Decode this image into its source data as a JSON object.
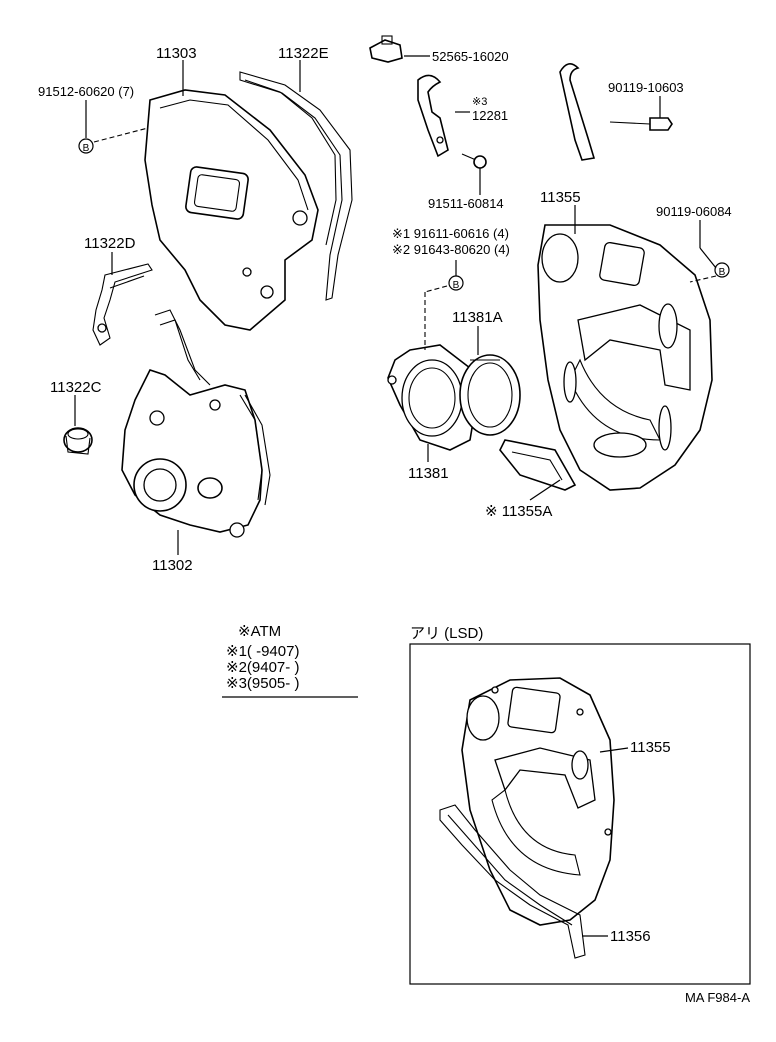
{
  "parts": {
    "p11303": "11303",
    "p11322E": "11322E",
    "p52565": "52565-16020",
    "p91512": "91512-60620 (7)",
    "star3": "※3",
    "p12281": "12281",
    "p90119_10603": "90119-10603",
    "p11322D": "11322D",
    "p91511": "91511-60814",
    "p11355": "11355",
    "p90119_06084": "90119-06084",
    "p91611": "※1 91611-60616 (4)",
    "p91643": "※2 91643-80620 (4)",
    "p11381A": "11381A",
    "p11322C": "11322C",
    "p11381": "11381",
    "p11355A": "※ 11355A",
    "p11302": "11302"
  },
  "markers": {
    "b": "B"
  },
  "notes": {
    "atm": "※ATM",
    "n1": "※1(      -9407)",
    "n2": "※2(9407-      )",
    "n3": "※3(9505-      )"
  },
  "lsd": {
    "title": "アリ (LSD)",
    "p11355": "11355",
    "p11356": "11356"
  },
  "footer": {
    "code": "MA F984-A"
  }
}
